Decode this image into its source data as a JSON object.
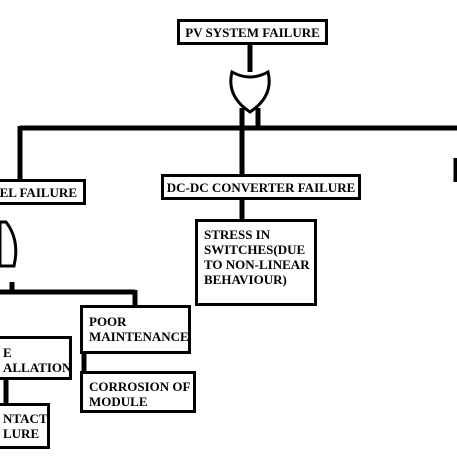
{
  "diagram": {
    "top_event": "PV SYSTEM FAILURE",
    "panel_failure": "NEL FAILURE",
    "converter_failure": "DC-DC CONVERTER FAILURE",
    "stress": [
      "STRESS IN",
      "SWITCHES(DUE",
      "TO NON-LINEAR",
      "BEHAVIOUR)"
    ],
    "poor_maintenance": [
      "POOR",
      "MAINTENANCE"
    ],
    "installation": [
      "E",
      "ALLATION"
    ],
    "corrosion": [
      "CORROSION OF",
      "MODULE"
    ],
    "contact": [
      "NTACT",
      "LURE"
    ]
  },
  "colors": {
    "line": "#000000",
    "background": "#ffffff"
  },
  "icons": {
    "gates": [
      "or-gate",
      "and-gate"
    ]
  }
}
